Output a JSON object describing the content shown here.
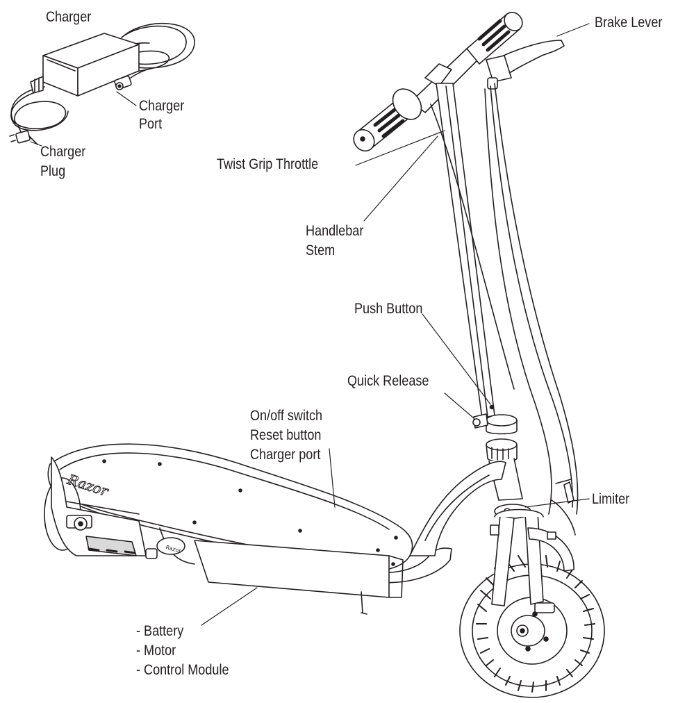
{
  "labels": {
    "charger": "Charger",
    "charger_port_1": "Charger",
    "charger_port_2": "Port",
    "charger_plug_1": "Charger",
    "charger_plug_2": "Plug",
    "brake_lever": "Brake Lever",
    "twist_grip_throttle": "Twist Grip Throttle",
    "handlebar_stem_1": "Handlebar",
    "handlebar_stem_2": "Stem",
    "push_button": "Push Button",
    "quick_release": "Quick Release",
    "switch_1": "On/off switch",
    "switch_2": "Reset button",
    "switch_3": "Charger port",
    "limiter": "Limiter",
    "components_1": "- Battery",
    "components_2": "- Motor",
    "components_3": "- Control Module"
  },
  "logos": {
    "deck_brand": "Razor"
  },
  "colors": {
    "line": "#231f20",
    "fill": "#ffffff",
    "shade": "#d9d9d9"
  }
}
